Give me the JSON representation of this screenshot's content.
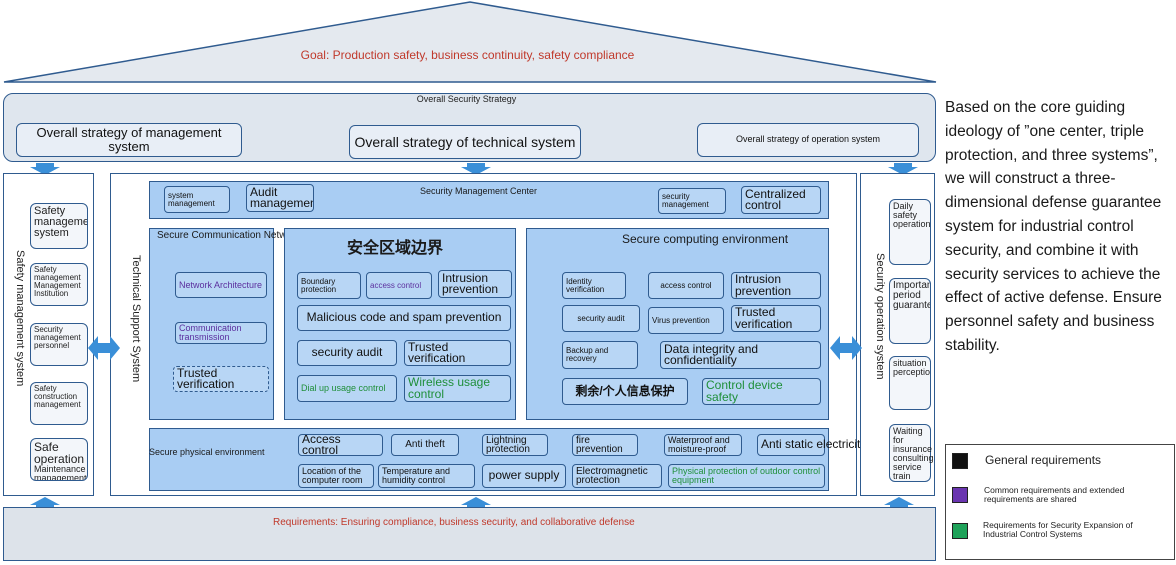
{
  "goal": "Goal: Production safety, business continuity, safety compliance",
  "strategy": {
    "title": "Overall Security Strategy",
    "management": "Overall strategy of management system",
    "technical": "Overall strategy of technical system",
    "operation": "Overall strategy of operation system"
  },
  "left_column": {
    "title": "Safety management system",
    "items": [
      "Safety management system",
      "Safety management Management Institution",
      "Security management personnel",
      "Safety construction management",
      "Safe operation",
      "Maintenance management"
    ]
  },
  "tech_support": {
    "title": "Technical Support System"
  },
  "management_center": {
    "title": "Security Management Center",
    "system_management": "system management",
    "audit_management": "Audit management",
    "security_management": "security management",
    "centralized_control": "Centralized control"
  },
  "communication_network": {
    "title": "Secure Communication Network",
    "network_architecture": "Network Architecture",
    "communication_transmission": "Communication transmission",
    "trusted_verification": "Trusted verification"
  },
  "boundary": {
    "title": "安全区域边界",
    "boundary_protection": "Boundary protection",
    "access_control": "access control",
    "intrusion_prevention": "Intrusion prevention",
    "malicious_code": "Malicious code and spam prevention",
    "security_audit": "security audit",
    "trusted_verification": "Trusted verification",
    "dial_up": "Dial up usage control",
    "wireless": "Wireless usage control"
  },
  "computing": {
    "title": "Secure computing environment",
    "identity_verification": "Identity verification",
    "access_control": "access control",
    "intrusion_prevention": "Intrusion prevention",
    "security_audit": "security audit",
    "virus_prevention": "Virus prevention",
    "trusted_verification": "Trusted verification",
    "backup_recovery": "Backup and recovery",
    "data_integrity": "Data integrity and confidentiality",
    "residual_info": "剩余/个人信息保护",
    "control_device": "Control device safety"
  },
  "physical": {
    "title": "Secure physical environment",
    "access_control": "Access control",
    "anti_theft": "Anti theft",
    "lightning": "Lightning protection",
    "fire": "fire prevention",
    "waterproof": "Waterproof and moisture-proof",
    "anti_static": "Anti static electricity",
    "location": "Location of the computer room",
    "temperature": "Temperature and humidity control",
    "power_supply": "power supply",
    "electromagnetic": "Electromagnetic protection",
    "outdoor": "Physical protection of outdoor control equipment"
  },
  "right_column": {
    "title": "Security operation system",
    "items": [
      "Daily safety operation",
      "Important period guarantee",
      "situation perception",
      "Waiting for insurance consulting service train"
    ]
  },
  "requirements": "Requirements: Ensuring compliance, business security, and collaborative defense",
  "paragraph": "Based on the core guiding ideology of ”one center, triple protection, and three systems”, we will construct a three-dimensional defense guarantee system for industrial control security, and combine it with security services to achieve the effect of active defense. Ensure personnel safety and business stability.",
  "legend": [
    {
      "label": "General requirements",
      "color": "#111111"
    },
    {
      "label": "Common requirements and extended requirements are shared",
      "color": "#6a35b0"
    },
    {
      "label": "Requirements for Security Expansion of Industrial Control Systems",
      "color": "#1fa35a"
    }
  ]
}
